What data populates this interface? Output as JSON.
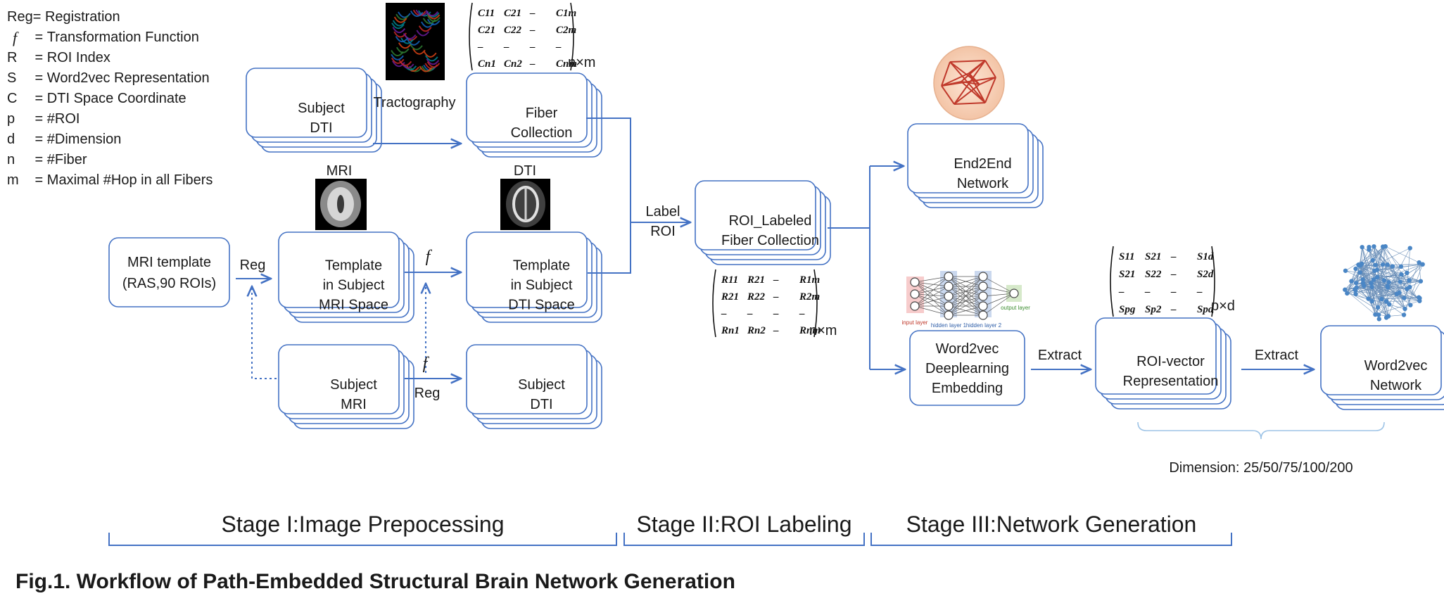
{
  "legend": [
    {
      "sym": "Reg",
      "sep": "= ",
      "desc": "Registration",
      "italic": false
    },
    {
      "sym": "f",
      "sep": " = ",
      "desc": "Transformation Function",
      "italic": true
    },
    {
      "sym": "R",
      "sep": " = ",
      "desc": "ROI Index",
      "italic": false
    },
    {
      "sym": "S",
      "sep": " = ",
      "desc": "Word2vec Representation",
      "italic": false
    },
    {
      "sym": "C",
      "sep": " = ",
      "desc": "DTI Space Coordinate",
      "italic": false
    },
    {
      "sym": "p",
      "sep": " = ",
      "desc": "#ROI",
      "italic": false
    },
    {
      "sym": "d",
      "sep": " = ",
      "desc": "#Dimension",
      "italic": false
    },
    {
      "sym": "n",
      "sep": " = ",
      "desc": "#Fiber",
      "italic": false
    },
    {
      "sym": "m",
      "sep": " = ",
      "desc": "Maximal #Hop in all Fibers",
      "italic": false
    }
  ],
  "boxes": {
    "mri_template": [
      "MRI template",
      "(RAS,90 ROIs)"
    ],
    "subject_dti_top": [
      "Subject",
      "DTI"
    ],
    "fiber_collection": [
      "Fiber",
      "Collection"
    ],
    "template_mri": [
      "Template",
      "in Subject",
      "MRI Space"
    ],
    "template_dti": [
      "Template",
      "in Subject",
      "DTI Space"
    ],
    "subject_mri": [
      "Subject",
      "MRI"
    ],
    "subject_dti_bottom": [
      "Subject",
      "DTI"
    ],
    "roi_labeled": [
      "ROI_Labeled",
      "Fiber Collection"
    ],
    "end2end": [
      "End2End",
      "Network"
    ],
    "word2vec_embed": [
      "Word2vec",
      "Deeplearning",
      "Embedding"
    ],
    "roi_vector": [
      "ROI-vector",
      "Representation"
    ],
    "word2vec_network": [
      "Word2vec",
      "Network"
    ]
  },
  "arrow_labels": {
    "tractography": "Tractography",
    "reg_top": "Reg",
    "f_mid": "f",
    "f_bottom": "f",
    "reg_bottom": "Reg",
    "label_roi": [
      "Label",
      "ROI"
    ],
    "extract_1": "Extract",
    "extract_2": "Extract"
  },
  "image_labels": {
    "mri": "MRI",
    "dti": "DTI",
    "nn_input": "input layer",
    "nn_hidden1": "hidden layer 1",
    "nn_hidden2": "hidden layer 2",
    "nn_output": "output layer"
  },
  "matrices": {
    "C": {
      "rows": [
        [
          "C11",
          "C21",
          "–",
          "C1m"
        ],
        [
          "C21",
          "C22",
          "–",
          "C2m"
        ],
        [
          "–",
          "–",
          "–",
          "–"
        ],
        [
          "Cn1",
          "Cn2",
          "–",
          "Cnm"
        ]
      ],
      "dim": "n×m"
    },
    "R": {
      "rows": [
        [
          "R11",
          "R21",
          "–",
          "R1m"
        ],
        [
          "R21",
          "R22",
          "–",
          "R2m"
        ],
        [
          "–",
          "–",
          "–",
          "–"
        ],
        [
          "Rn1",
          "Rn2",
          "–",
          "Rnm"
        ]
      ],
      "dim": "n×m"
    },
    "S": {
      "rows": [
        [
          "S11",
          "S21",
          "–",
          "S1d"
        ],
        [
          "S21",
          "S22",
          "–",
          "S2d"
        ],
        [
          "–",
          "–",
          "–",
          "–"
        ],
        [
          "Spg",
          "Sp2",
          "–",
          "Spd"
        ]
      ],
      "dim": "p×d"
    }
  },
  "dimension_note": "Dimension: 25/50/75/100/200",
  "stages": [
    "Stage I:Image Prepocessing",
    "Stage II:ROI Labeling",
    "Stage III:Network Generation"
  ],
  "caption": "Fig.1. Workflow of Path-Embedded Structural Brain Network Generation",
  "colors": {
    "box_stroke": "#4472c4",
    "arrow": "#4472c4",
    "bracket": "#9dc3e6",
    "nn_input": "#f4b6b6",
    "nn_hidden": "#b4c7e7",
    "nn_output": "#c5e0b4"
  }
}
